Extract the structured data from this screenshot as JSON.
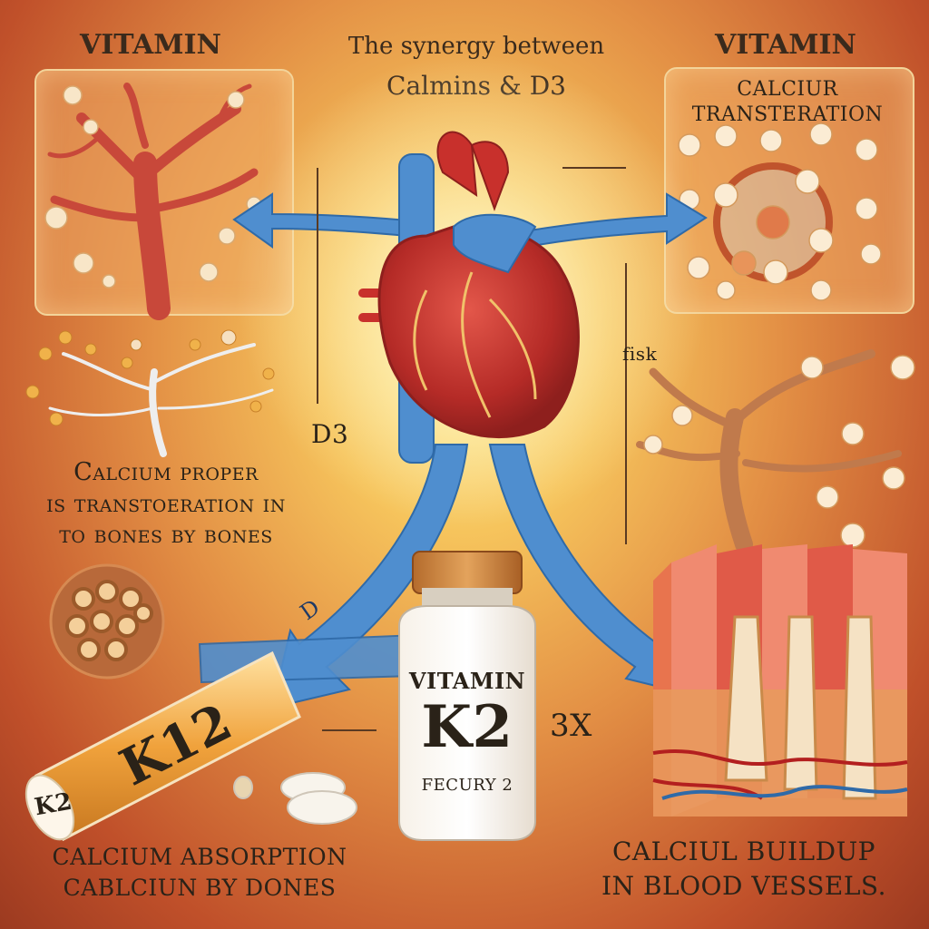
{
  "header": {
    "left_title": "VITAMIN",
    "center_line1": "The synergy between",
    "center_line2": "Calmins & D3",
    "right_title": "VITAMIN"
  },
  "right_panel": {
    "line1": "CALCIUR",
    "line2": "TRANSTERATION"
  },
  "labels": {
    "d3": "D3",
    "fisk": "fisk",
    "arrow_d": "D",
    "multiplier": "3X",
    "tube_k2": "K12",
    "tube_cap": "K2"
  },
  "left_caption": {
    "line1": "Calcium proper",
    "line2": "is transtoeration in",
    "line3": "to bones by bones"
  },
  "bottle": {
    "line1": "VITAMIN",
    "line2": "K2",
    "line3": "FECURY 2"
  },
  "bottom_left": {
    "line1": "CALCIUM ABSORPTION",
    "line2": "CABLCIUN BY DONES"
  },
  "bottom_right": {
    "line1": "CALCIUL BUILDUP",
    "line2": "IN BLOOD VESSELS."
  },
  "colors": {
    "arrow": "#4f8ecf",
    "heart": "#c8302c",
    "panel_border": "#f3d49a",
    "background": "#e39045"
  }
}
